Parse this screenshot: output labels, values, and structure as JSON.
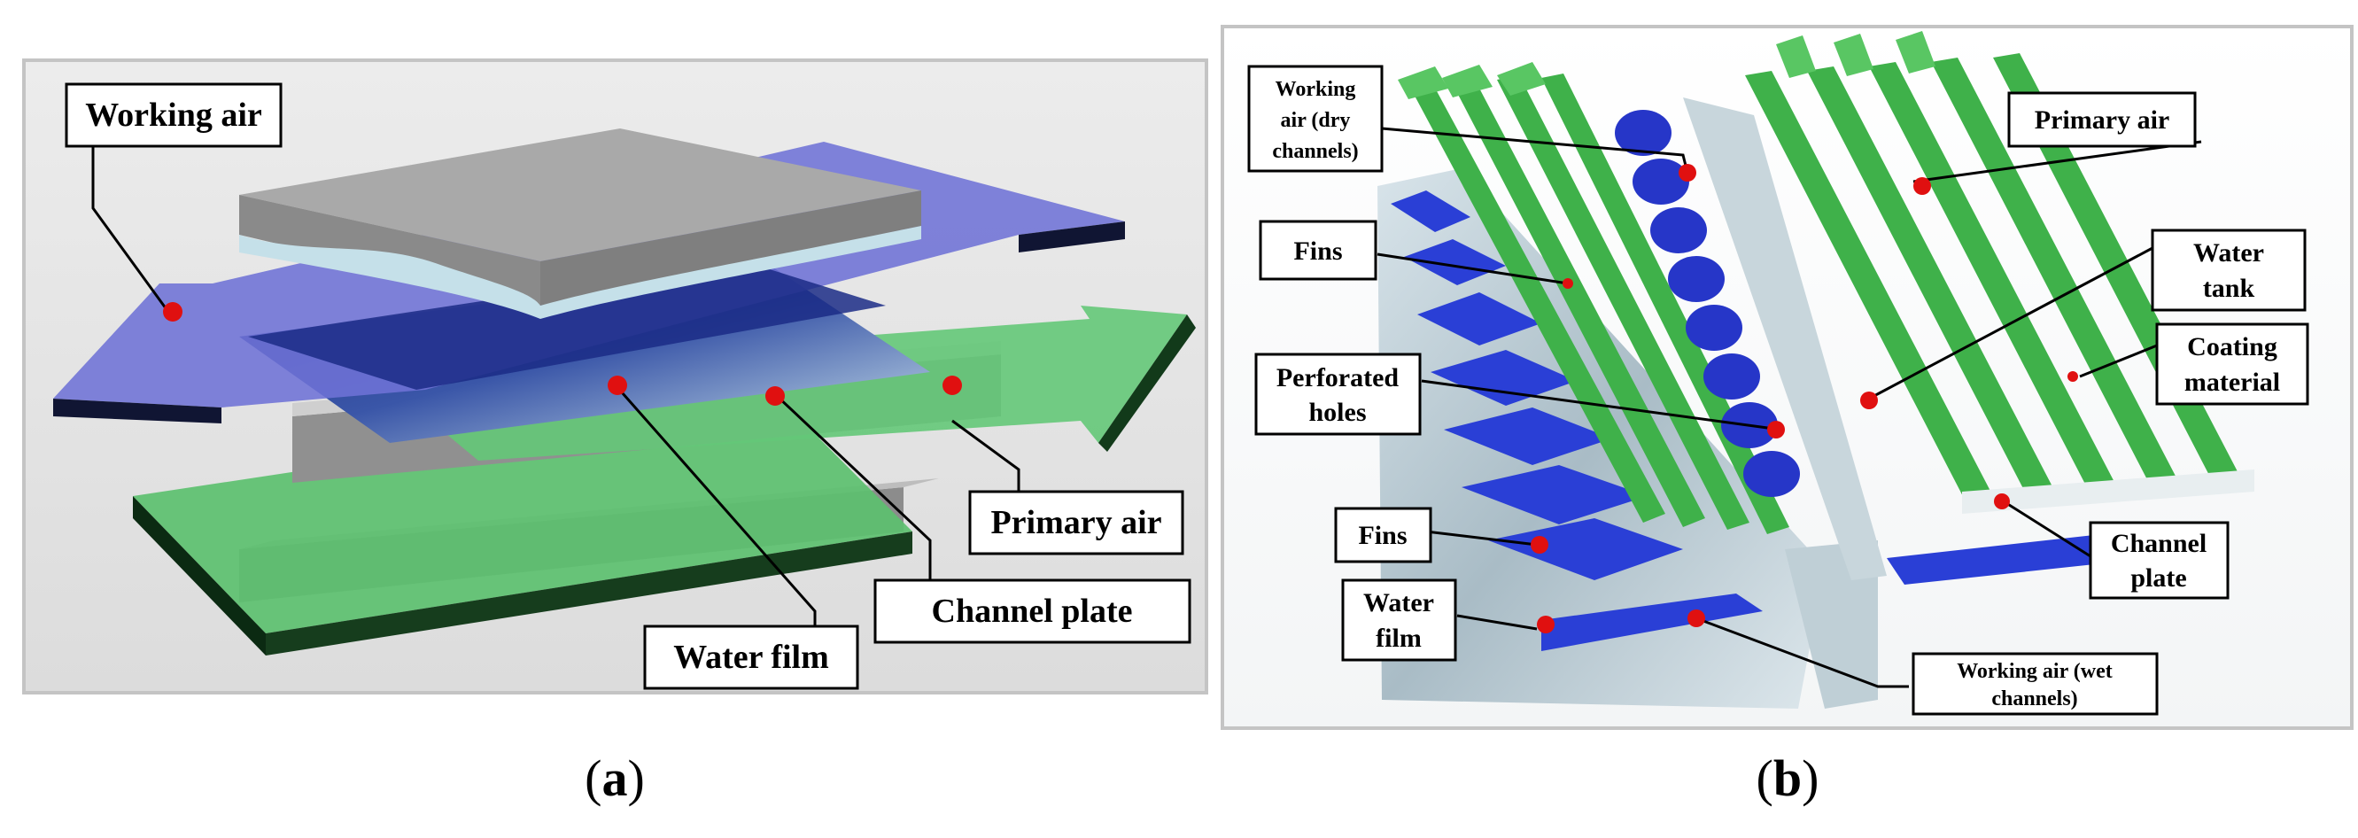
{
  "panel_a": {
    "caption_open": "(",
    "caption_letter": "a",
    "caption_close": ")",
    "labels": {
      "working_air": "Working air",
      "primary_air": "Primary air",
      "channel_plate": "Channel plate",
      "water_film": "Water film"
    }
  },
  "panel_b": {
    "caption_open": "(",
    "caption_letter": "b",
    "caption_close": ")",
    "labels": {
      "working_air_dry_1": "Working",
      "working_air_dry_2": "air (dry",
      "working_air_dry_3": "channels)",
      "fins_top": "Fins",
      "perforated_holes_1": "Perforated",
      "perforated_holes_2": "holes",
      "fins_bottom": "Fins",
      "water_film_1": "Water",
      "water_film_2": "film",
      "primary_air": "Primary air",
      "water_tank_1": "Water",
      "water_tank_2": "tank",
      "coating_material_1": "Coating",
      "coating_material_2": "material",
      "channel_plate_1": "Channel",
      "channel_plate_2": "plate",
      "working_air_wet_1": "Working air (wet",
      "working_air_wet_2": "channels)"
    }
  },
  "colors": {
    "working_air": "#6e72d6",
    "primary_air": "#48b45a",
    "plate_gray": "#9a9a9a",
    "water": "#b9dce6",
    "marker_red": "#e01010"
  }
}
